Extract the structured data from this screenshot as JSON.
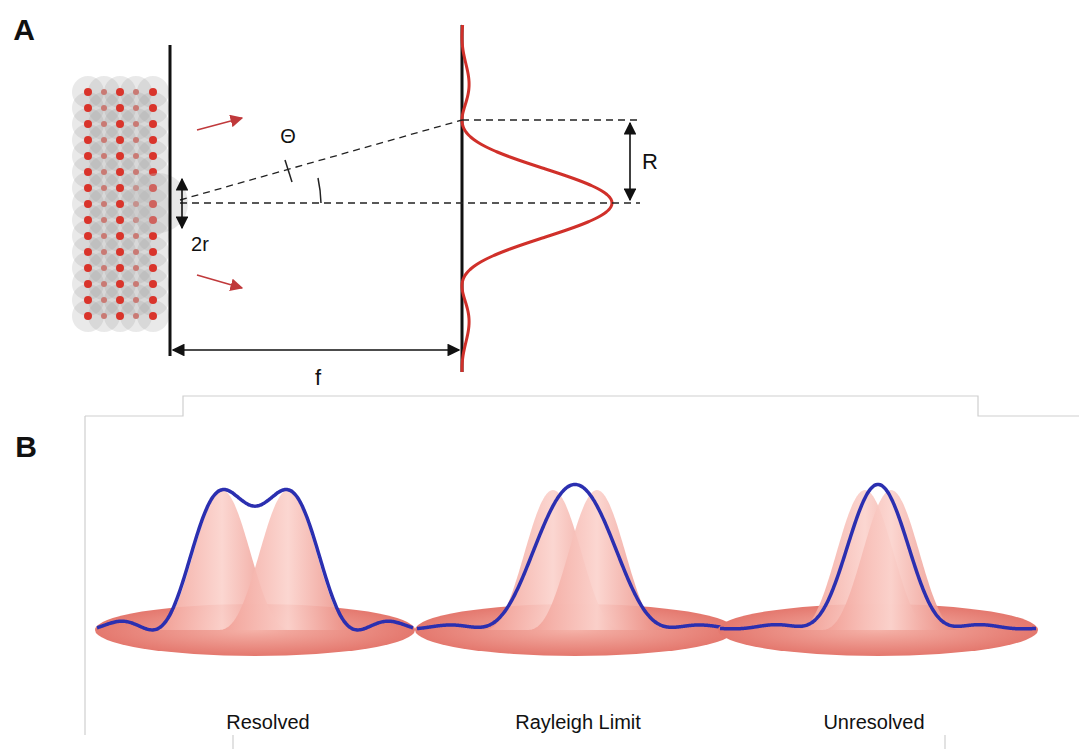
{
  "diagram": {
    "labels": [
      "A",
      "B",
      "Θ",
      "2r",
      "R",
      "f",
      "Resolved",
      "Rayleigh Limit",
      "Unresolved"
    ]
  }
}
